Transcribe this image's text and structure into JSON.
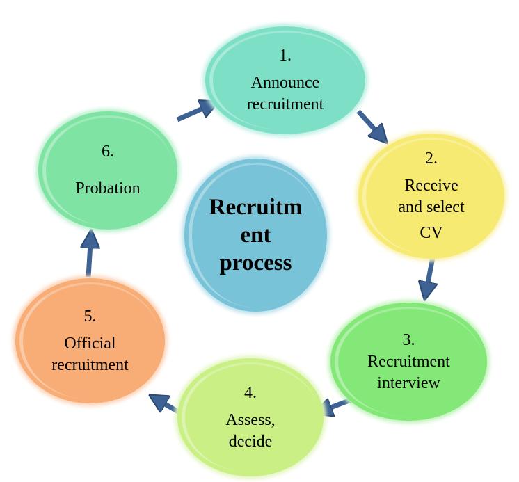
{
  "title": "Recruitment process",
  "title_lines": [
    "Recruitm",
    "ent",
    "process"
  ],
  "steps": [
    {
      "num": "1.",
      "lines": [
        "Announce",
        "recruitment"
      ],
      "color": "#7ddfc6"
    },
    {
      "num": "2.",
      "lines": [
        "Receive",
        "and select",
        "CV"
      ],
      "color": "#f6ea73"
    },
    {
      "num": "3.",
      "lines": [
        "Recruitment",
        "interview"
      ],
      "color": "#84e878"
    },
    {
      "num": "4.",
      "lines": [
        "Assess,",
        "decide"
      ],
      "color": "#c9ef85"
    },
    {
      "num": "5.",
      "lines": [
        "Official",
        "recruitment"
      ],
      "color": "#f8ac76"
    },
    {
      "num": "6.",
      "lines": [
        "Probation"
      ],
      "color": "#7fe3a3"
    }
  ],
  "arrow_color": "#3e6294"
}
